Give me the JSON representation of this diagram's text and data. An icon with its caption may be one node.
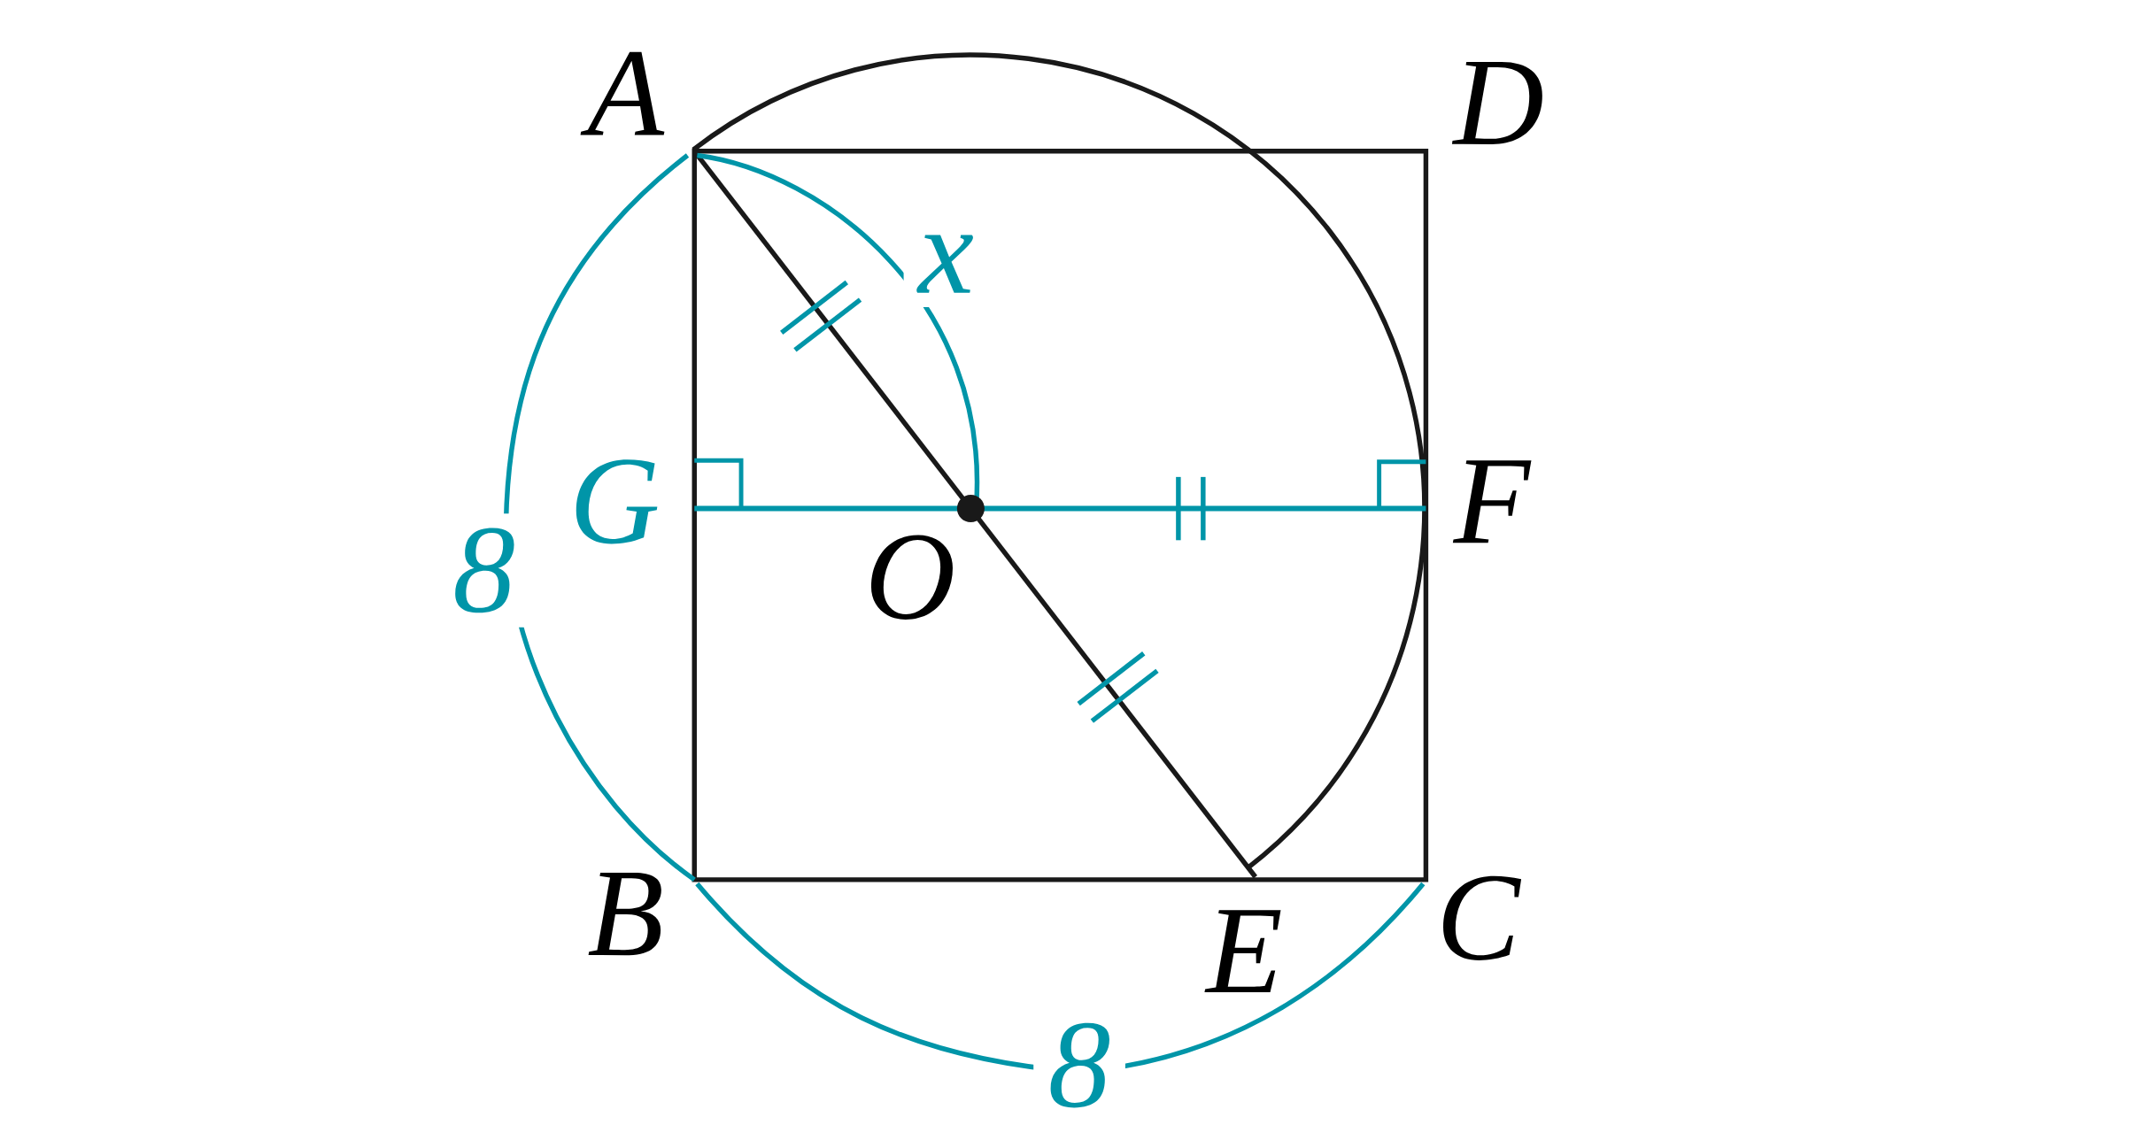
{
  "diagram": {
    "labels": [
      "A",
      "D",
      "x",
      "G",
      "F",
      "8",
      "O",
      "B",
      "E",
      "C",
      "8"
    ]
  }
}
